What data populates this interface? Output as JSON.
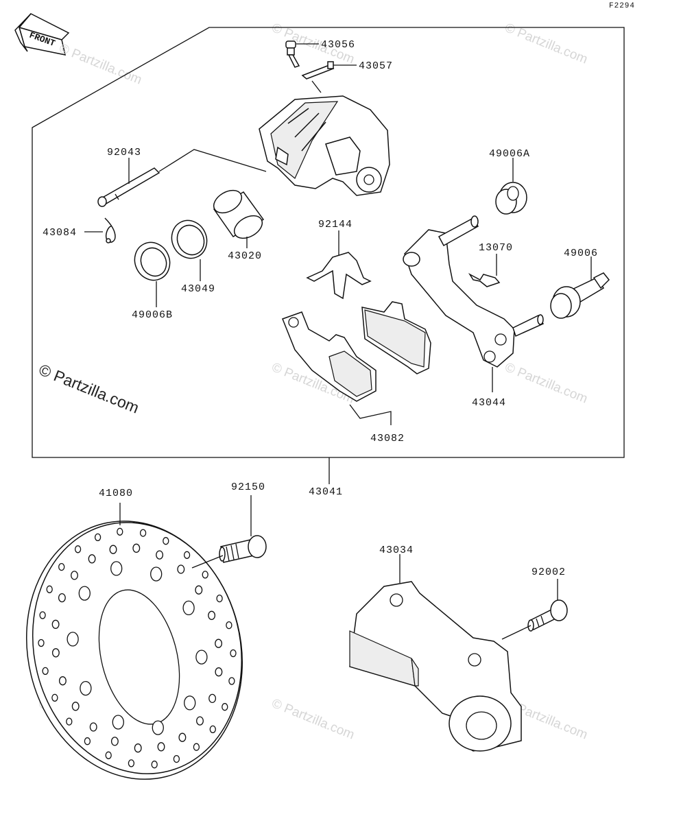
{
  "figure_code": "F2294",
  "front_label": "FRONT",
  "copyright": "© Partzilla.com",
  "watermark": "© Partzilla.com",
  "parts": {
    "p43056": "43056",
    "p43057": "43057",
    "p92043": "92043",
    "p49006A": "49006A",
    "p43084": "43084",
    "p92144": "92144",
    "p13070": "13070",
    "p49006": "49006",
    "p43020": "43020",
    "p43049": "43049",
    "p49006B": "49006B",
    "p43044": "43044",
    "p43082": "43082",
    "p43041": "43041",
    "p41080": "41080",
    "p92150": "92150",
    "p43034": "43034",
    "p92002": "92002"
  }
}
